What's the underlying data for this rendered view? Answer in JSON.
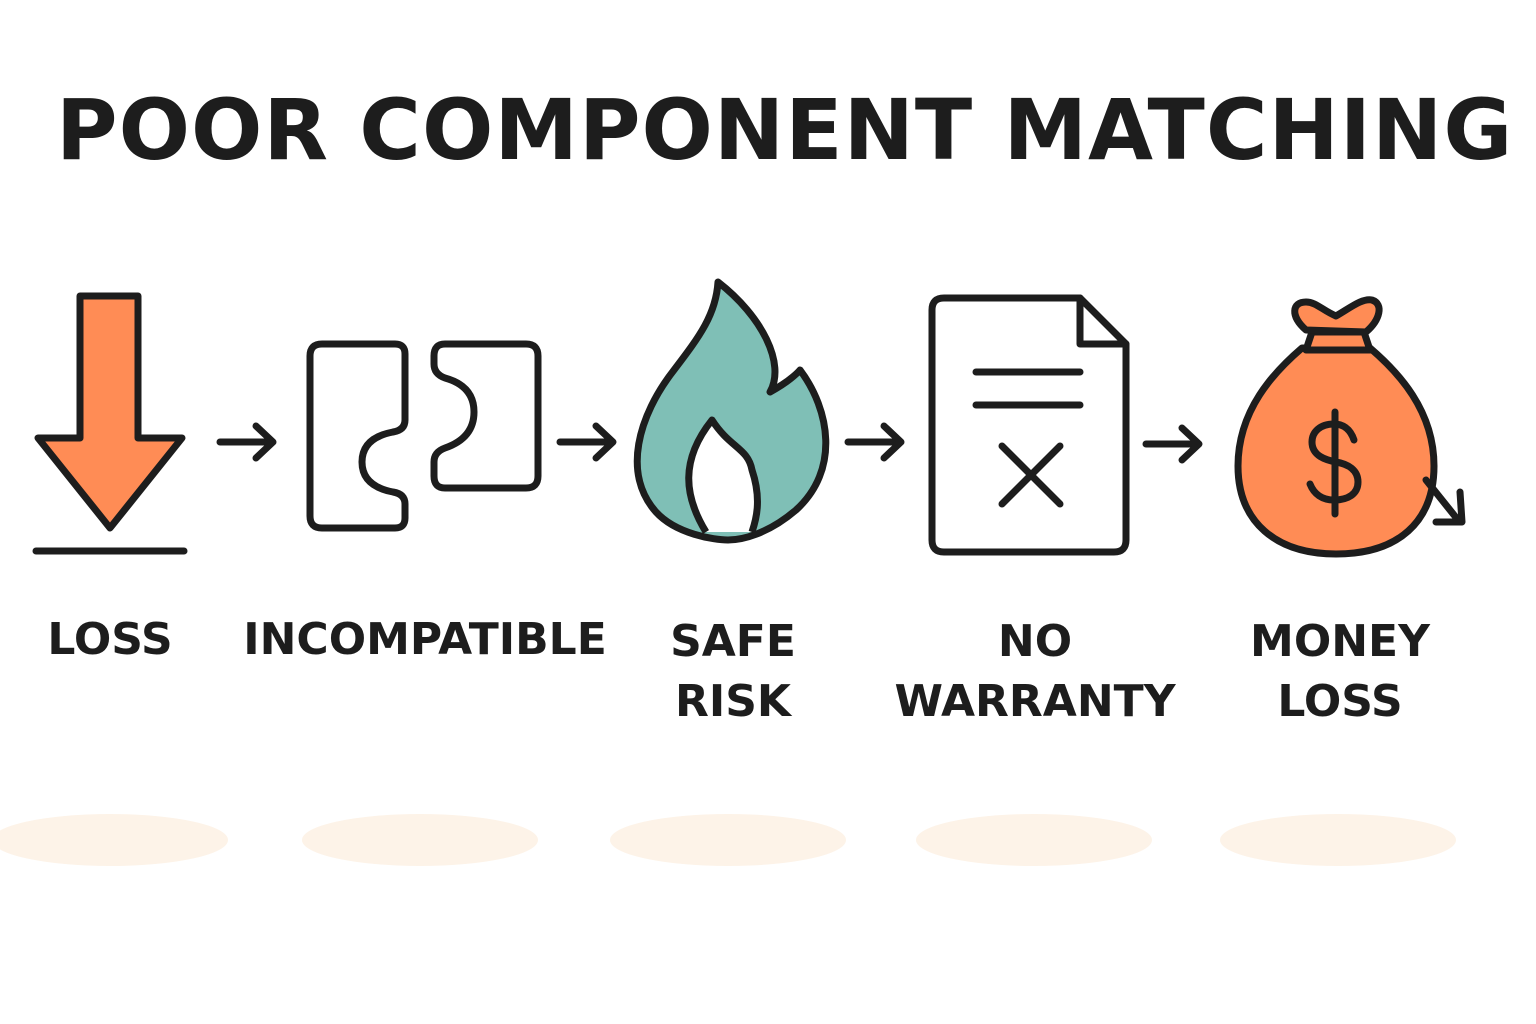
{
  "title": "POOR COMPONENT MATCHING",
  "colors": {
    "ink": "#1d1d1d",
    "orange": "#ff8c55",
    "teal": "#7fbfb6",
    "shadow": "#fdf3e8"
  },
  "steps": [
    {
      "icon": "download-arrow-icon",
      "label_lines": [
        "LOSS"
      ]
    },
    {
      "icon": "puzzle-pieces-icon",
      "label_lines": [
        "INCOMPATIBLE"
      ]
    },
    {
      "icon": "flame-icon",
      "label_lines": [
        "SAFE",
        "RISK"
      ]
    },
    {
      "icon": "document-x-icon",
      "label_lines": [
        "NO",
        "WARRANTY"
      ]
    },
    {
      "icon": "money-bag-icon",
      "label_lines": [
        "MONEY",
        "LOSS"
      ]
    }
  ],
  "connectors": [
    "arrow-right-icon",
    "arrow-right-icon",
    "arrow-right-icon",
    "arrow-right-icon"
  ]
}
